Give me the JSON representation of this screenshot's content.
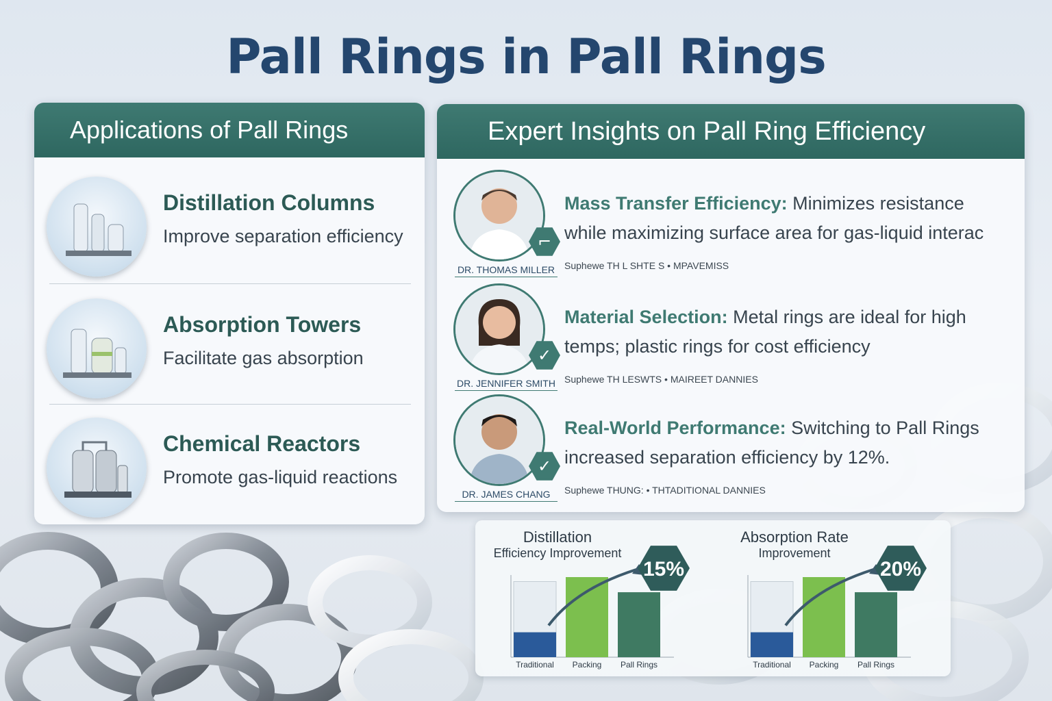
{
  "title": "Pall Rings in Pall Rings",
  "applications": {
    "header": "Applications of Pall Rings",
    "items": [
      {
        "name": "Distillation Columns",
        "description": "Improve separation efficiency",
        "icon": "distillation-column-icon"
      },
      {
        "name": "Absorption Towers",
        "description": "Facilitate gas absorption",
        "icon": "absorption-tower-icon"
      },
      {
        "name": "Chemical Reactors",
        "description": "Promote gas-liquid reactions",
        "icon": "chemical-reactor-icon"
      }
    ]
  },
  "insights": {
    "header": "Expert Insights on Pall Ring Efficiency",
    "experts": [
      {
        "name": "DR. THOMAS MILLER",
        "topic": "Mass Transfer Efficiency",
        "text": "Minimizes resistance while maximizing surface area for gas-liquid interac",
        "subline": "Suphewe TH L SHTE S • MPAVEMISS",
        "badge_icon": "document-icon"
      },
      {
        "name": "DR. JENNIFER SMITH",
        "topic": "Material Selection",
        "text": "Metal rings are ideal for high temps; plastic rings for cost efficiency",
        "subline": "Suphewe TH LESWTS • MAIREET DANNIES",
        "badge_icon": "checkmark-icon"
      },
      {
        "name": "DR. JAMES CHANG",
        "topic": "Real-World Performance",
        "text": "Switching to Pall Rings increased separation efficiency by 12%.",
        "subline": "Suphewe THUNG: • THTADITIONAL DANNIES",
        "badge_icon": "checkmark-icon"
      }
    ]
  },
  "chart_data": [
    {
      "type": "bar",
      "title": "Distillation",
      "subtitle": "Efficiency Improvement",
      "highlight": "15%",
      "categories": [
        "Traditional",
        "Packing",
        "Pall Rings"
      ],
      "values": [
        28,
        90,
        73
      ],
      "ylim": [
        0,
        100
      ],
      "stacked_background": [
        85,
        null,
        null
      ],
      "colors": [
        "#2a5a9a",
        "#7cbf4e",
        "#3f7a62"
      ]
    },
    {
      "type": "bar",
      "title": "Absorption Rate",
      "subtitle": "Improvement",
      "highlight": "20%",
      "categories": [
        "Traditional",
        "Packing",
        "Pall Rings"
      ],
      "values": [
        28,
        90,
        73
      ],
      "ylim": [
        0,
        100
      ],
      "stacked_background": [
        85,
        null,
        null
      ],
      "colors": [
        "#2a5a9a",
        "#7cbf4e",
        "#3f7a62"
      ]
    }
  ],
  "colors": {
    "title": "#24466e",
    "header": "#3f7a72",
    "accent": "#2c5a55"
  }
}
